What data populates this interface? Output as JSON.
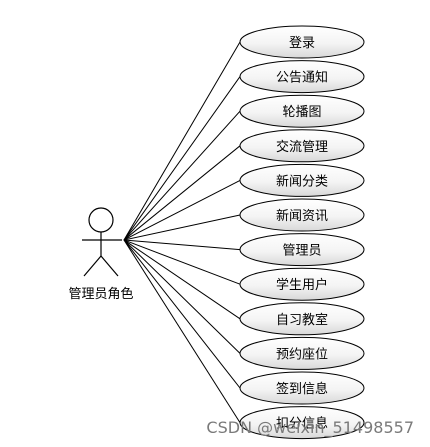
{
  "actor": {
    "label": "管理员角色"
  },
  "use_cases": [
    {
      "label": "登录"
    },
    {
      "label": "公告通知"
    },
    {
      "label": "轮播图"
    },
    {
      "label": "交流管理"
    },
    {
      "label": "新闻分类"
    },
    {
      "label": "新闻资讯"
    },
    {
      "label": "管理员"
    },
    {
      "label": "学生用户"
    },
    {
      "label": "自习教室"
    },
    {
      "label": "预约座位"
    },
    {
      "label": "签到信息"
    },
    {
      "label": "扣分信息"
    }
  ],
  "watermark": {
    "text": "CSDN @weixin_51498557"
  },
  "colors": {
    "line": "#000000",
    "ellipse_fill_top": "#ffffff",
    "ellipse_fill_bottom": "#dcdcdc",
    "watermark": "#7a7a7a"
  }
}
